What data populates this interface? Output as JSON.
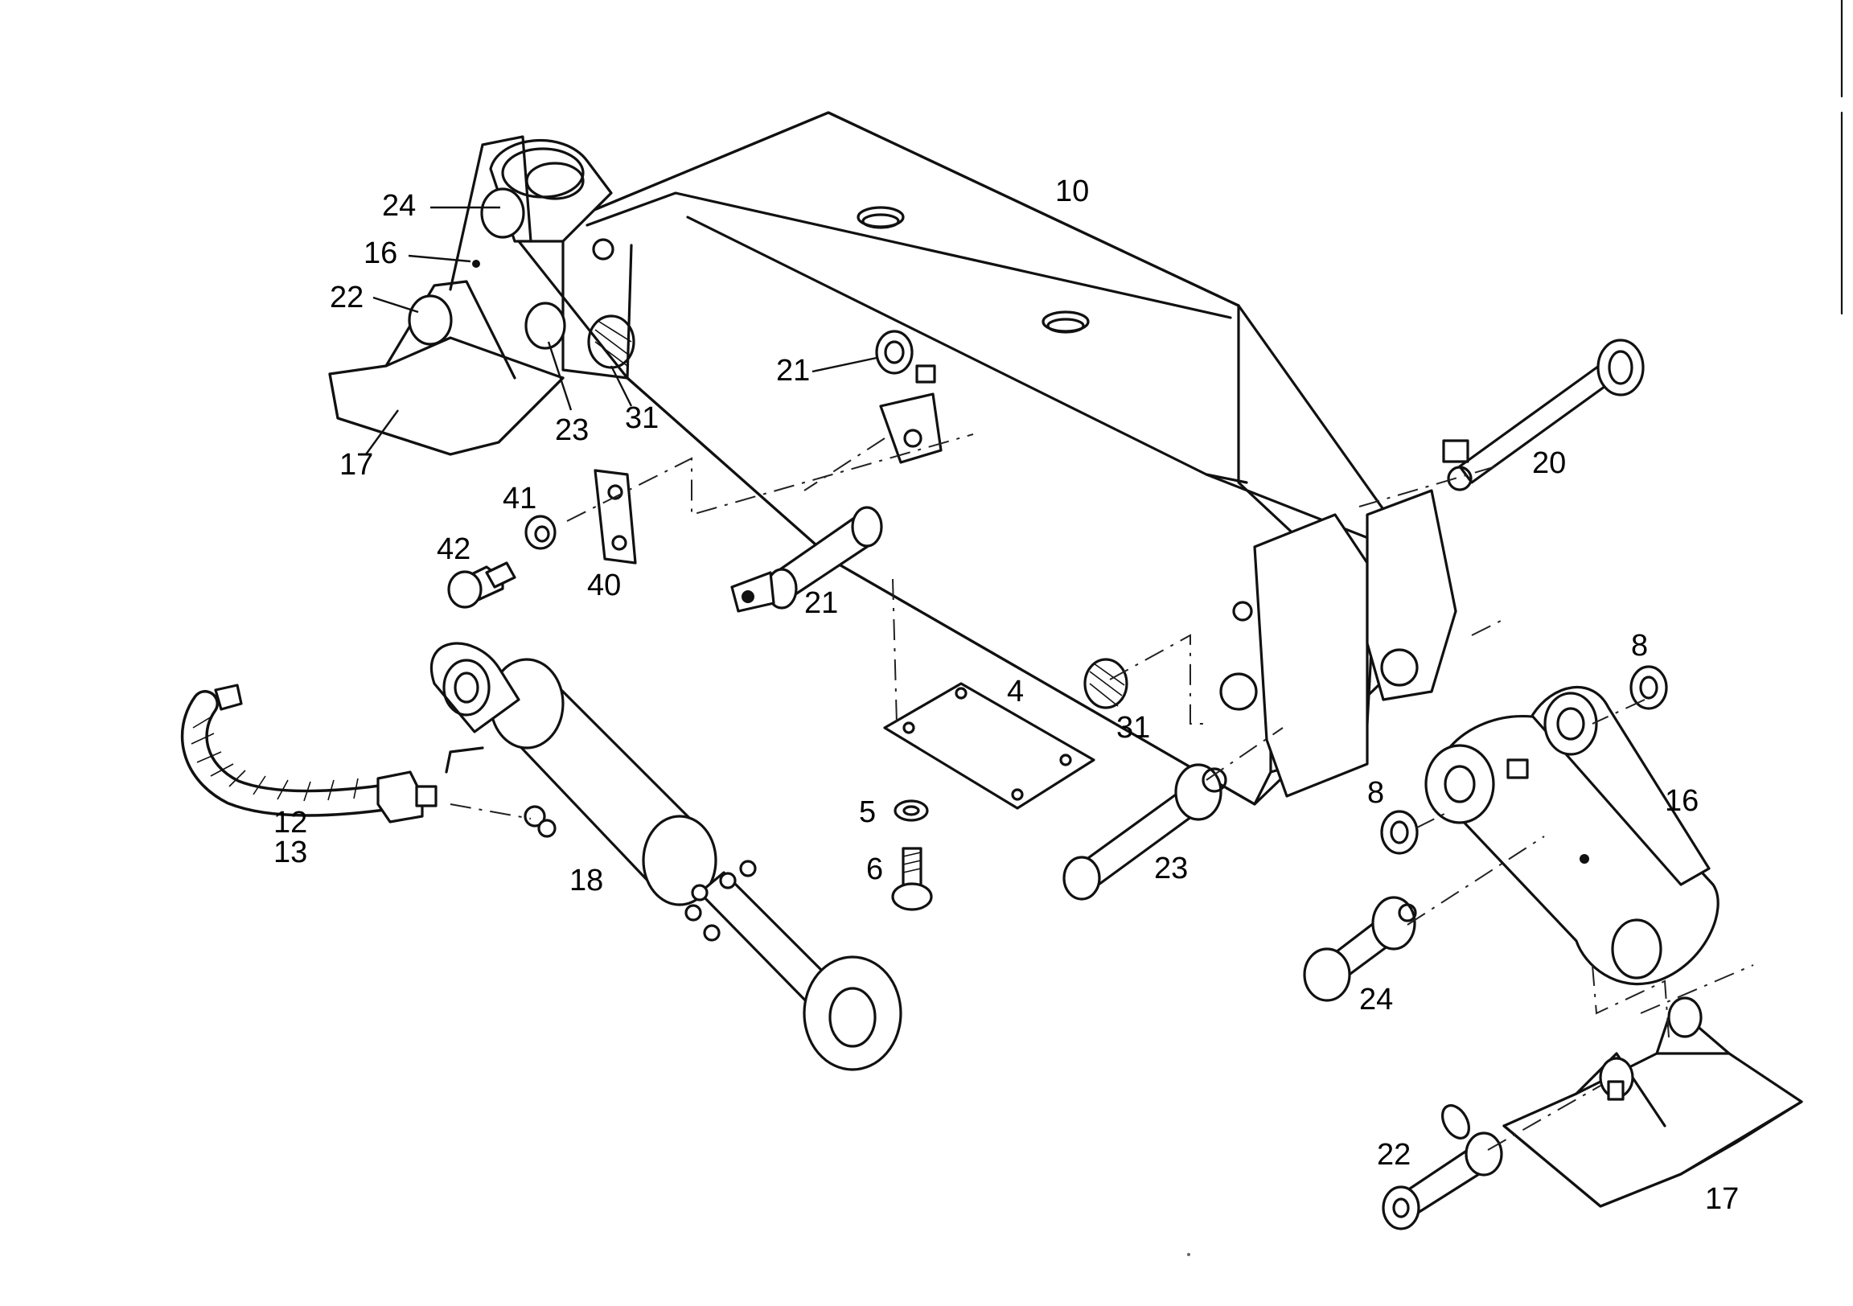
{
  "diagram": {
    "labels": {
      "boom": "10",
      "bracket_left": "17",
      "bracket_right": "17",
      "pin_top_left": "24",
      "point_16_left": "16",
      "pin_22_left": "22",
      "pin_23_top": "23",
      "plug_31_top": "31",
      "pin_21_top": "21",
      "pin_21_lower": "21",
      "pin_20": "20",
      "bolt_42": "42",
      "washer_41": "41",
      "plate_40": "40",
      "plate_4": "4",
      "washer_5": "5",
      "bolt_6": "6",
      "plug_31_lower": "31",
      "pin_23_lower": "23",
      "hose_12": "12",
      "hose_13": "13",
      "cylinder_18": "18",
      "bushing_8_top": "8",
      "bushing_8_left": "8",
      "link_16": "16",
      "pin_24_lower": "24",
      "pin_22_lower": "22"
    }
  }
}
